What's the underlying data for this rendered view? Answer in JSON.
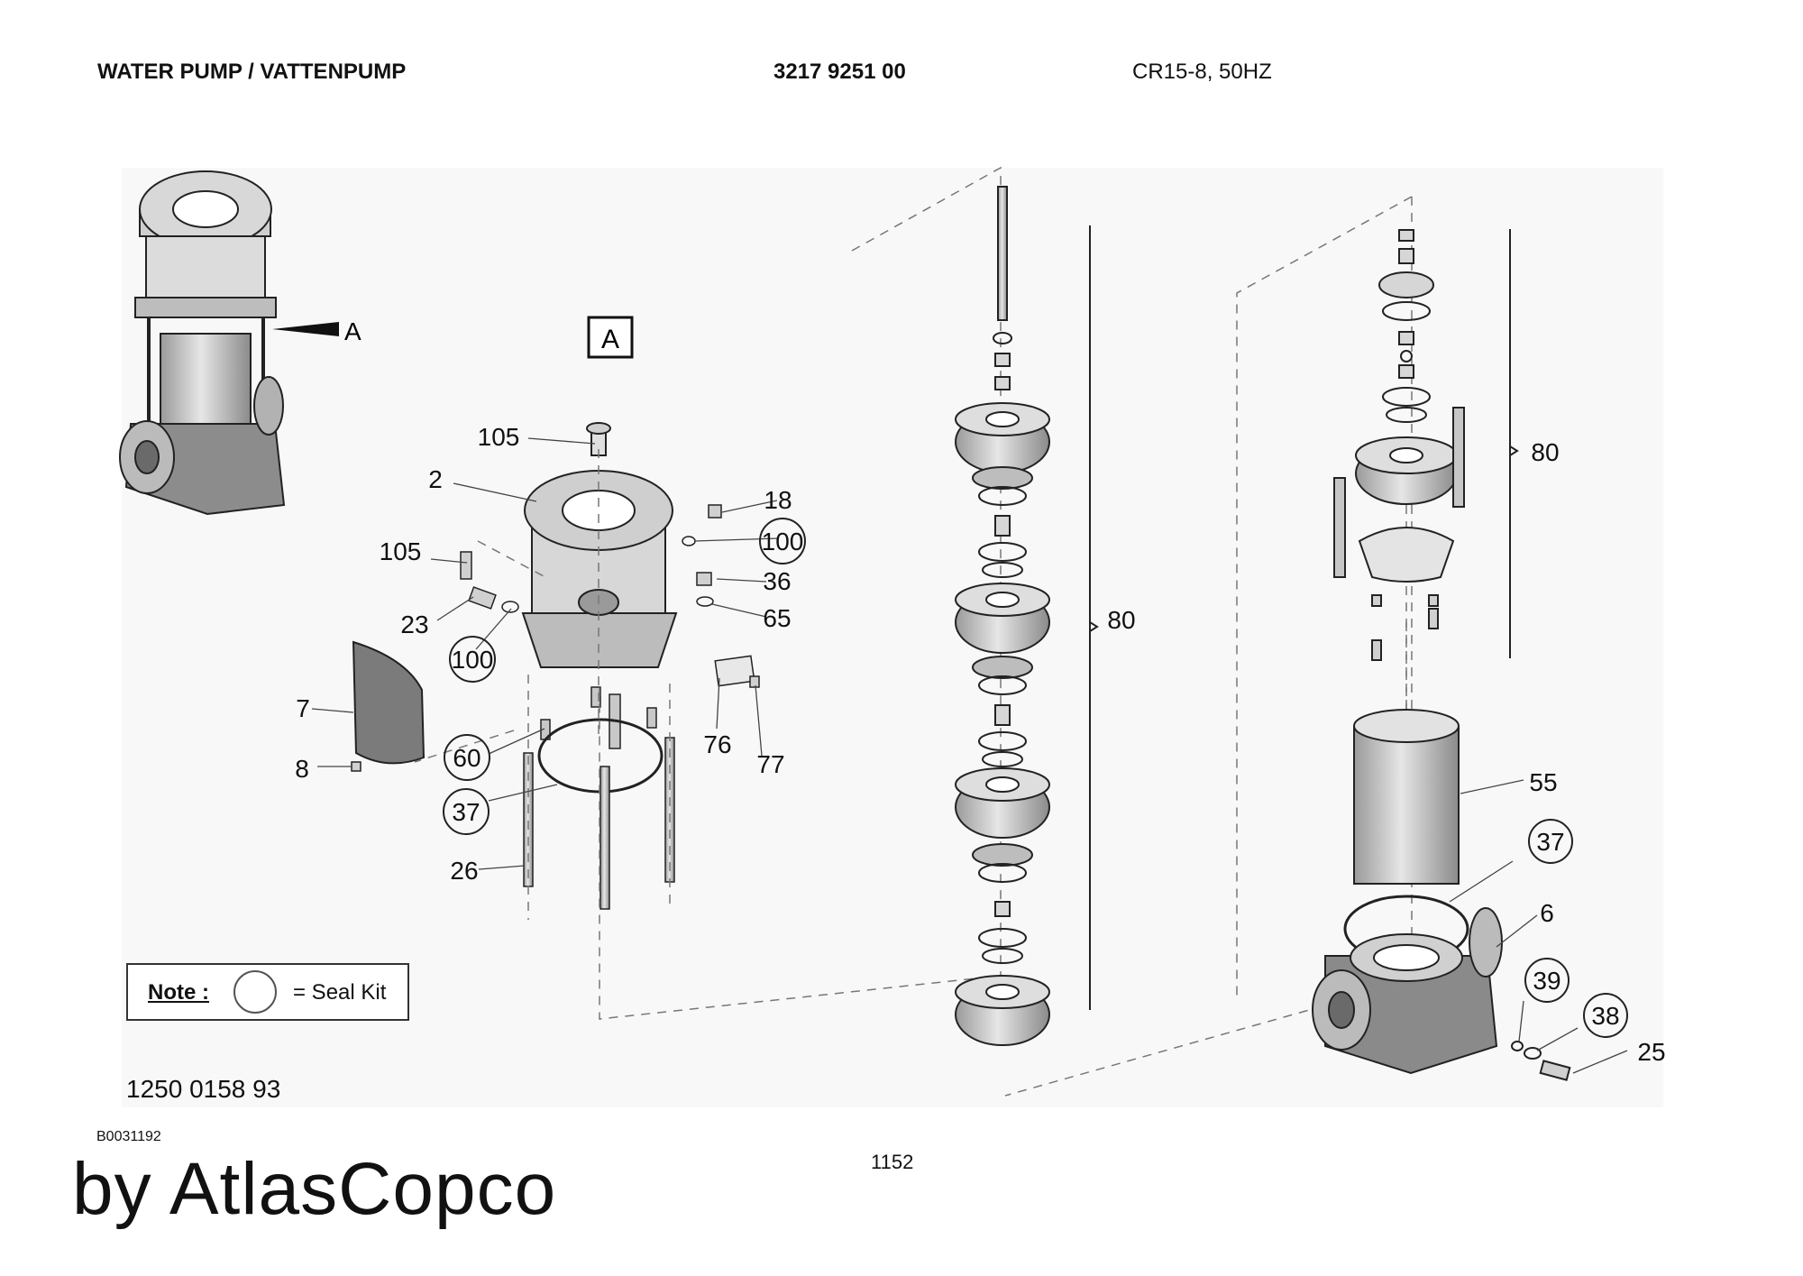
{
  "header": {
    "title": "WATER PUMP / VATTENPUMP",
    "part_number": "3217 9251 00",
    "model": "CR15-8, 50HZ"
  },
  "view_marker": "A",
  "note": {
    "label": "Note :",
    "text": "= Seal Kit"
  },
  "drawing_number": "1250 0158 93",
  "figure_code": "B0031192",
  "page_number": "1152",
  "brand": "by AtlasCopco",
  "callouts": {
    "c105a": "105",
    "c2": "2",
    "c18": "18",
    "c100a": "100",
    "c105b": "105",
    "c36": "36",
    "c23": "23",
    "c65": "65",
    "c100b": "100",
    "c7": "7",
    "c76": "76",
    "c8": "8",
    "c60": "60",
    "c77": "77",
    "c37a": "37",
    "c26": "26",
    "c80a": "80",
    "c80b": "80",
    "c55": "55",
    "c37b": "37",
    "c6": "6",
    "c39": "39",
    "c38": "38",
    "c25": "25"
  },
  "colors": {
    "part_fill": "#d4d4d4",
    "part_dark": "#7e7e7e",
    "stroke": "#222222",
    "panel": "#f8f8f8"
  }
}
